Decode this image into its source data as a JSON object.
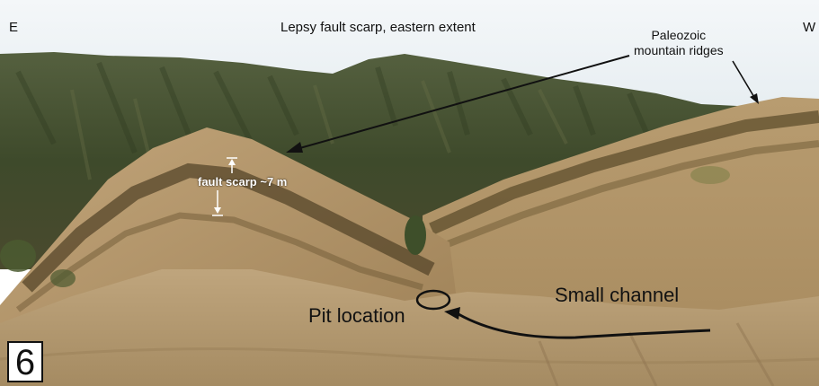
{
  "labels": {
    "east": "E",
    "west": "W",
    "title": "Lepsy fault scarp, eastern extent",
    "paleozoic_line1": "Paleozoic",
    "paleozoic_line2": "mountain ridges",
    "fault_scarp": "fault scarp ~7 m",
    "small_channel": "Small channel",
    "pit_location": "Pit location",
    "panel_number": "6"
  },
  "colors": {
    "sky": "#eef3f6",
    "forest_dark": "#3f4a2c",
    "grass_dry": "#b59a6e",
    "grass_light": "#c8b08a",
    "shadow_band": "#5a4a2a"
  }
}
